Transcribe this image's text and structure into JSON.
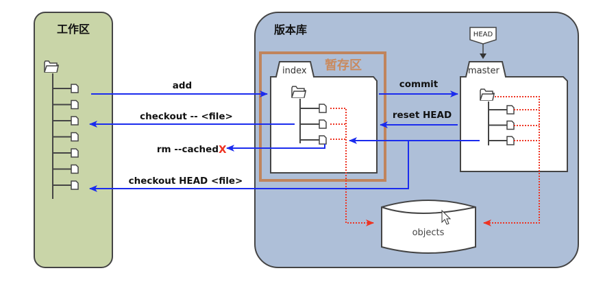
{
  "diagram": {
    "type": "git-workflow",
    "zones": {
      "working_dir": {
        "title": "工作区",
        "file_count": 7
      },
      "repository": {
        "title": "版本库"
      },
      "staging": {
        "title": "暂存区",
        "tab_label": "index",
        "file_count": 3
      },
      "master": {
        "tab_label": "master",
        "file_count": 3
      },
      "head_pointer": {
        "label": "HEAD"
      },
      "objects": {
        "label": "objects"
      }
    },
    "commands": {
      "add": "add",
      "checkout_file": "checkout -- <file>",
      "rm_cached": "rm --cached",
      "rm_cached_mark": "X",
      "checkout_head": "checkout HEAD <file>",
      "commit": "commit",
      "reset_head": "reset HEAD"
    },
    "colors": {
      "working_bg": "#c9d5a8",
      "repo_bg": "#aebfd8",
      "staging_border": "#c0845c",
      "staging_text": "#c98a5e",
      "arrow_blue": "#1a2bee",
      "object_link_red": "#ee3322",
      "outline": "#444444"
    }
  }
}
